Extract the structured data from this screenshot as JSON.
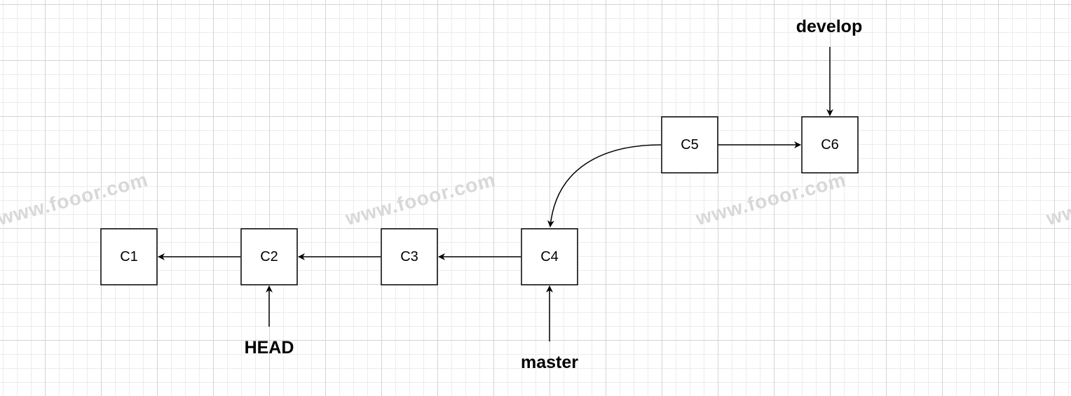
{
  "watermark": {
    "text": "www.fooor.com"
  },
  "commits": [
    {
      "id": "c1",
      "label": "C1"
    },
    {
      "id": "c2",
      "label": "C2"
    },
    {
      "id": "c3",
      "label": "C3"
    },
    {
      "id": "c4",
      "label": "C4"
    },
    {
      "id": "c5",
      "label": "C5"
    },
    {
      "id": "c6",
      "label": "C6"
    }
  ],
  "refs": [
    {
      "id": "head",
      "label": "HEAD",
      "points_to": "c2"
    },
    {
      "id": "master",
      "label": "master",
      "points_to": "c4"
    },
    {
      "id": "develop",
      "label": "develop",
      "points_to": "c6"
    }
  ],
  "edges": [
    {
      "from": "c2",
      "to": "c1"
    },
    {
      "from": "c3",
      "to": "c2"
    },
    {
      "from": "c4",
      "to": "c3"
    },
    {
      "from": "c5",
      "to": "c4"
    },
    {
      "from": "c5",
      "to": "c6"
    }
  ]
}
